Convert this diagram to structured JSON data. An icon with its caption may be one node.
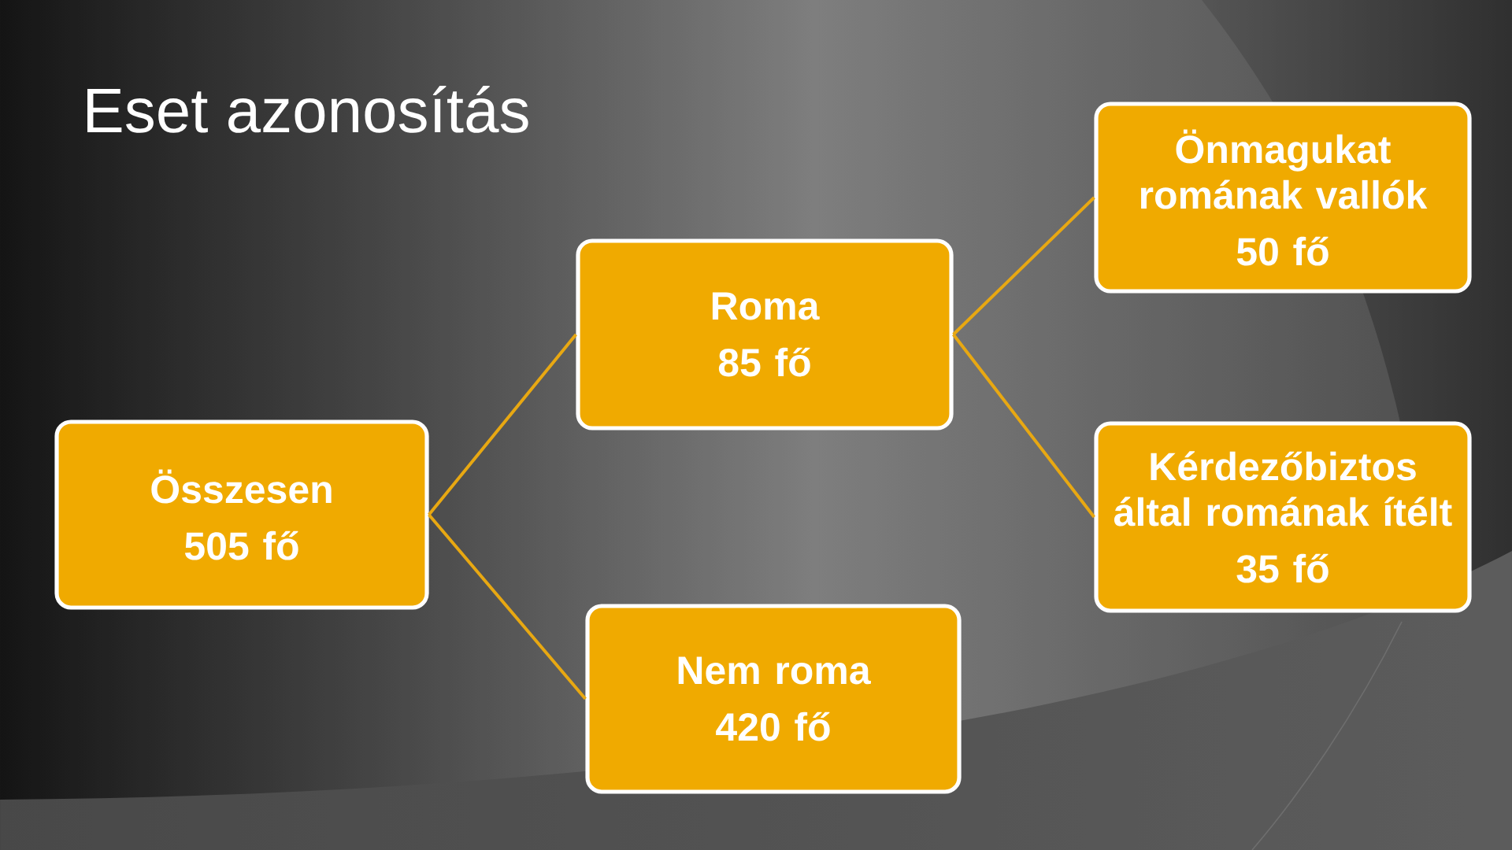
{
  "diagram": {
    "title": "Eset azonosítás",
    "nodes": [
      {
        "text": [
          "Összesen",
          "505 fő"
        ]
      },
      {
        "text": [
          "Roma",
          "85 fő"
        ]
      },
      {
        "text": [
          "Nem roma",
          "420 fő"
        ]
      },
      {
        "text": [
          "Önmagukat romának vallók",
          "50 fő"
        ]
      },
      {
        "text": [
          "Kérdezőbiztos által romának ítélt",
          "35 fő"
        ]
      }
    ],
    "edges": [
      {
        "from": 0,
        "to": 1,
        "arrow": "none"
      },
      {
        "from": 0,
        "to": 2,
        "arrow": "none"
      },
      {
        "from": 1,
        "to": 3,
        "arrow": "none"
      },
      {
        "from": 1,
        "to": 4,
        "arrow": "none"
      }
    ]
  }
}
